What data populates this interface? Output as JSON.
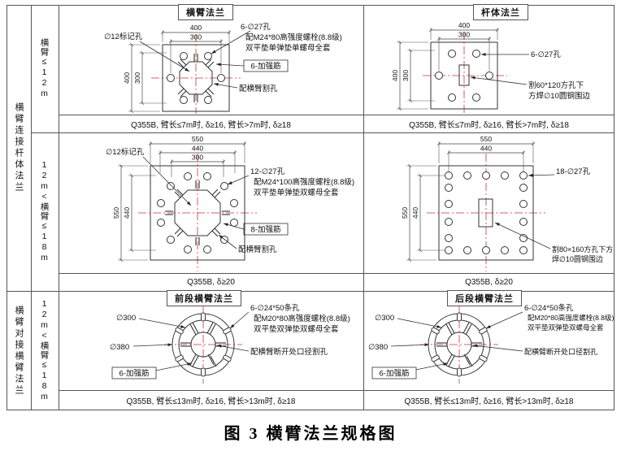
{
  "caption": "图 3 横臂法兰规格图",
  "rows": {
    "group_top": "横臂连接杆体法兰",
    "group_bottom": "横臂对接横臂法兰",
    "row1": "横臂≤12m",
    "row2": "12m<横臂≤18m",
    "row3": "12m<横臂≤18m"
  },
  "r1c1": {
    "title": "横臂法兰",
    "dim_top_outer": "400",
    "dim_top_inner": "300",
    "dim_left_outer": "400",
    "dim_left_inner": "300",
    "mark_hole": "∅12标记孔",
    "holes1": "6-∅27孔",
    "holes2": "配M24*80高强度螺栓(8.8级)",
    "holes3": "双平垫单弹垫单螺母全套",
    "rib": "6-加强筋",
    "cut": "配横臂割孔",
    "spec": "Q355B, 臂长≤7m时, δ≥16, 臂长>7m时, δ≥18"
  },
  "r1c2": {
    "title": "杆体法兰",
    "dim_top_outer": "400",
    "dim_top_inner": "300",
    "dim_left_outer": "400",
    "dim_left_inner": "300",
    "holes": "6-∅27孔",
    "hole_note1": "割60*120方孔下",
    "hole_note2": "方焊∅10圆钢围边",
    "spec": "Q355B, 臂长≤7m时, δ≥16, 臂长>7m时, δ≥18"
  },
  "r2c1": {
    "dim_top_outer": "550",
    "dim_top_mid": "440",
    "dim_top_inner": "300",
    "dim_left_outer": "550",
    "dim_left_mid": "440",
    "mark_hole": "∅12标记孔",
    "holes1": "12-∅27孔",
    "holes2": "配M24*100高强度螺栓(8.8级)",
    "holes3": "双平垫单弹垫双螺母全套",
    "rib": "8-加强筋",
    "cut": "配横臂割孔",
    "spec": "Q355B, δ≥20"
  },
  "r2c2": {
    "dim_top_outer": "550",
    "dim_top_inner": "440",
    "dim_left_outer": "550",
    "dim_left_inner": "440",
    "holes": "18-∅27孔",
    "hole_note1": "割80×160方孔下方",
    "hole_note2": "焊∅10圆钢围边",
    "spec": "Q355B, δ≥20"
  },
  "r3c1": {
    "title": "前段横臂法兰",
    "dia_inner": "∅300",
    "dia_outer": "∅380",
    "holes1": "6-∅24*50条孔",
    "holes2": "配M20*80高强度螺栓(8.8级)",
    "holes3": "双平垫双弹垫双螺母全套",
    "cut": "配横臂断开处口径割孔",
    "rib": "6-加强筋",
    "spec": "Q355B, 臂长≤13m时, δ≥16, 臂长>13m时, δ≥18"
  },
  "r3c2": {
    "title": "后段横臂法兰",
    "dia_inner": "∅300",
    "dia_outer": "∅380",
    "holes1": "6-∅24*50条孔",
    "holes2": "配M20*80高强度螺栓(8.8级)",
    "holes3": "双平垫双弹垫双螺母全套",
    "cut": "配横臂断开处口径割孔",
    "rib": "6-加强筋",
    "spec": "Q355B, 臂长≤13m时, δ≥16, 臂长>13m时, δ≥18"
  },
  "colors": {
    "line": "#333333",
    "centerline": "#c93434",
    "border": "#555555"
  }
}
